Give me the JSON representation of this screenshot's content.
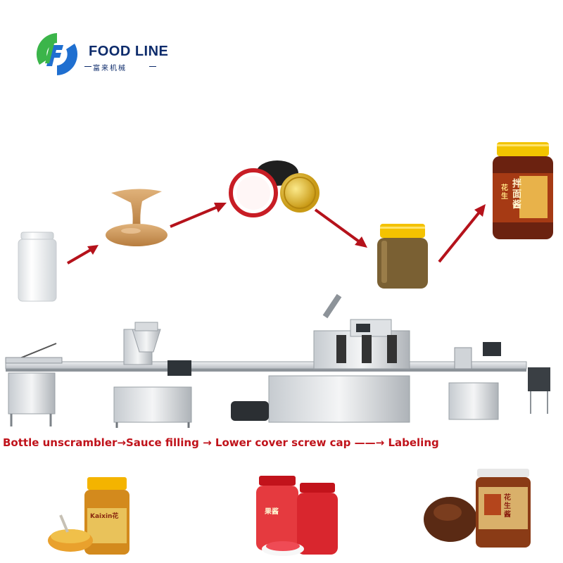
{
  "brand": {
    "name": "FOOD LINE",
    "subtitle": "富来机械",
    "colors": {
      "green": "#3bb54a",
      "blue": "#1f6fd0",
      "navy": "#0d2b6b"
    }
  },
  "process": {
    "steps": [
      {
        "label": "Bottle unscrambler"
      },
      {
        "label": "Sauce filling"
      },
      {
        "label": "Lower cover screw cap"
      },
      {
        "label": "Labeling"
      }
    ],
    "separators": [
      "→",
      "→",
      "——→"
    ],
    "color": "#c0131b"
  },
  "jar_label": {
    "title": "拌面酱",
    "subtitle": "花生"
  },
  "products": {
    "chili_jar_label": "Kaixin花",
    "strawberry_label": "果酱",
    "sauce_label": "花生酱"
  }
}
